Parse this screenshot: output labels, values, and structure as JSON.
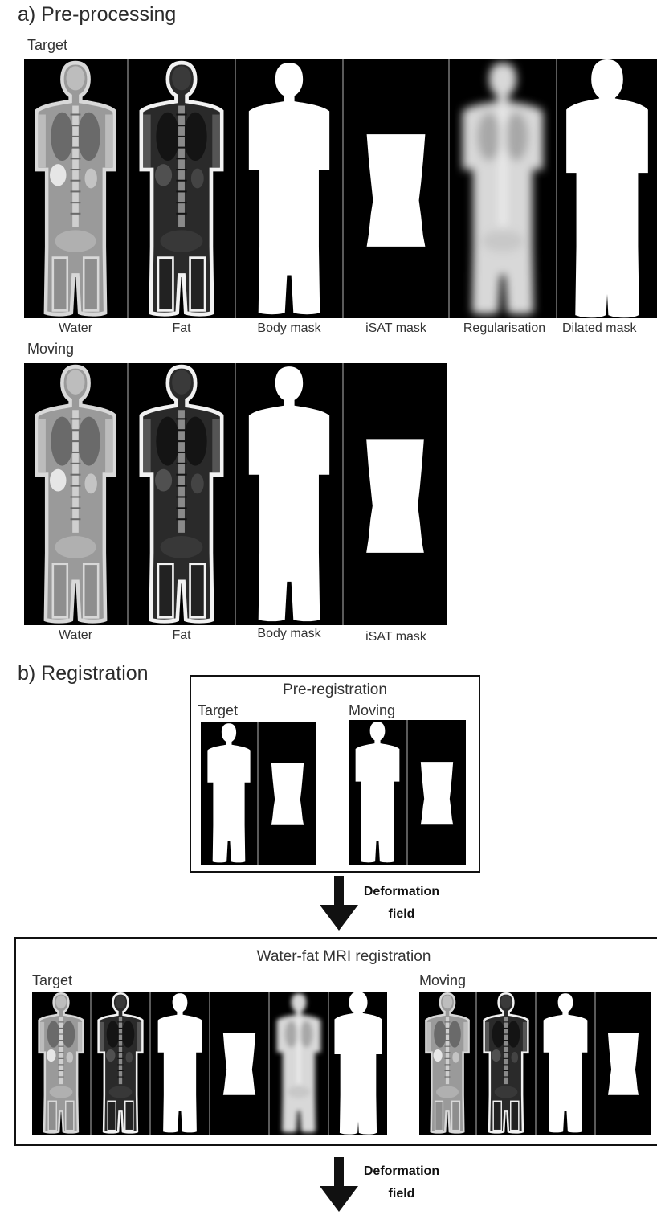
{
  "section_a": {
    "heading": "a) Pre-processing",
    "target_label": "Target",
    "moving_label": "Moving",
    "target_captions": [
      "Water",
      "Fat",
      "Body mask",
      "iSAT mask",
      "Regularisation",
      "Dilated mask"
    ],
    "moving_captions": [
      "Water",
      "Fat",
      "Body mask",
      "iSAT mask"
    ]
  },
  "section_b": {
    "heading": "b) Registration",
    "pre_registration": {
      "title": "Pre-registration",
      "target_label": "Target",
      "moving_label": "Moving"
    },
    "arrow1_label": [
      "Deformation",
      "field"
    ],
    "mri_registration": {
      "title": "Water-fat MRI registration",
      "target_label": "Target",
      "moving_label": "Moving"
    },
    "arrow2_label": [
      "Deformation",
      "field"
    ]
  },
  "colors": {
    "panel_bg": "#000000",
    "mask": "#ffffff",
    "separator": "#5a5a5a",
    "frame": "#111111"
  }
}
